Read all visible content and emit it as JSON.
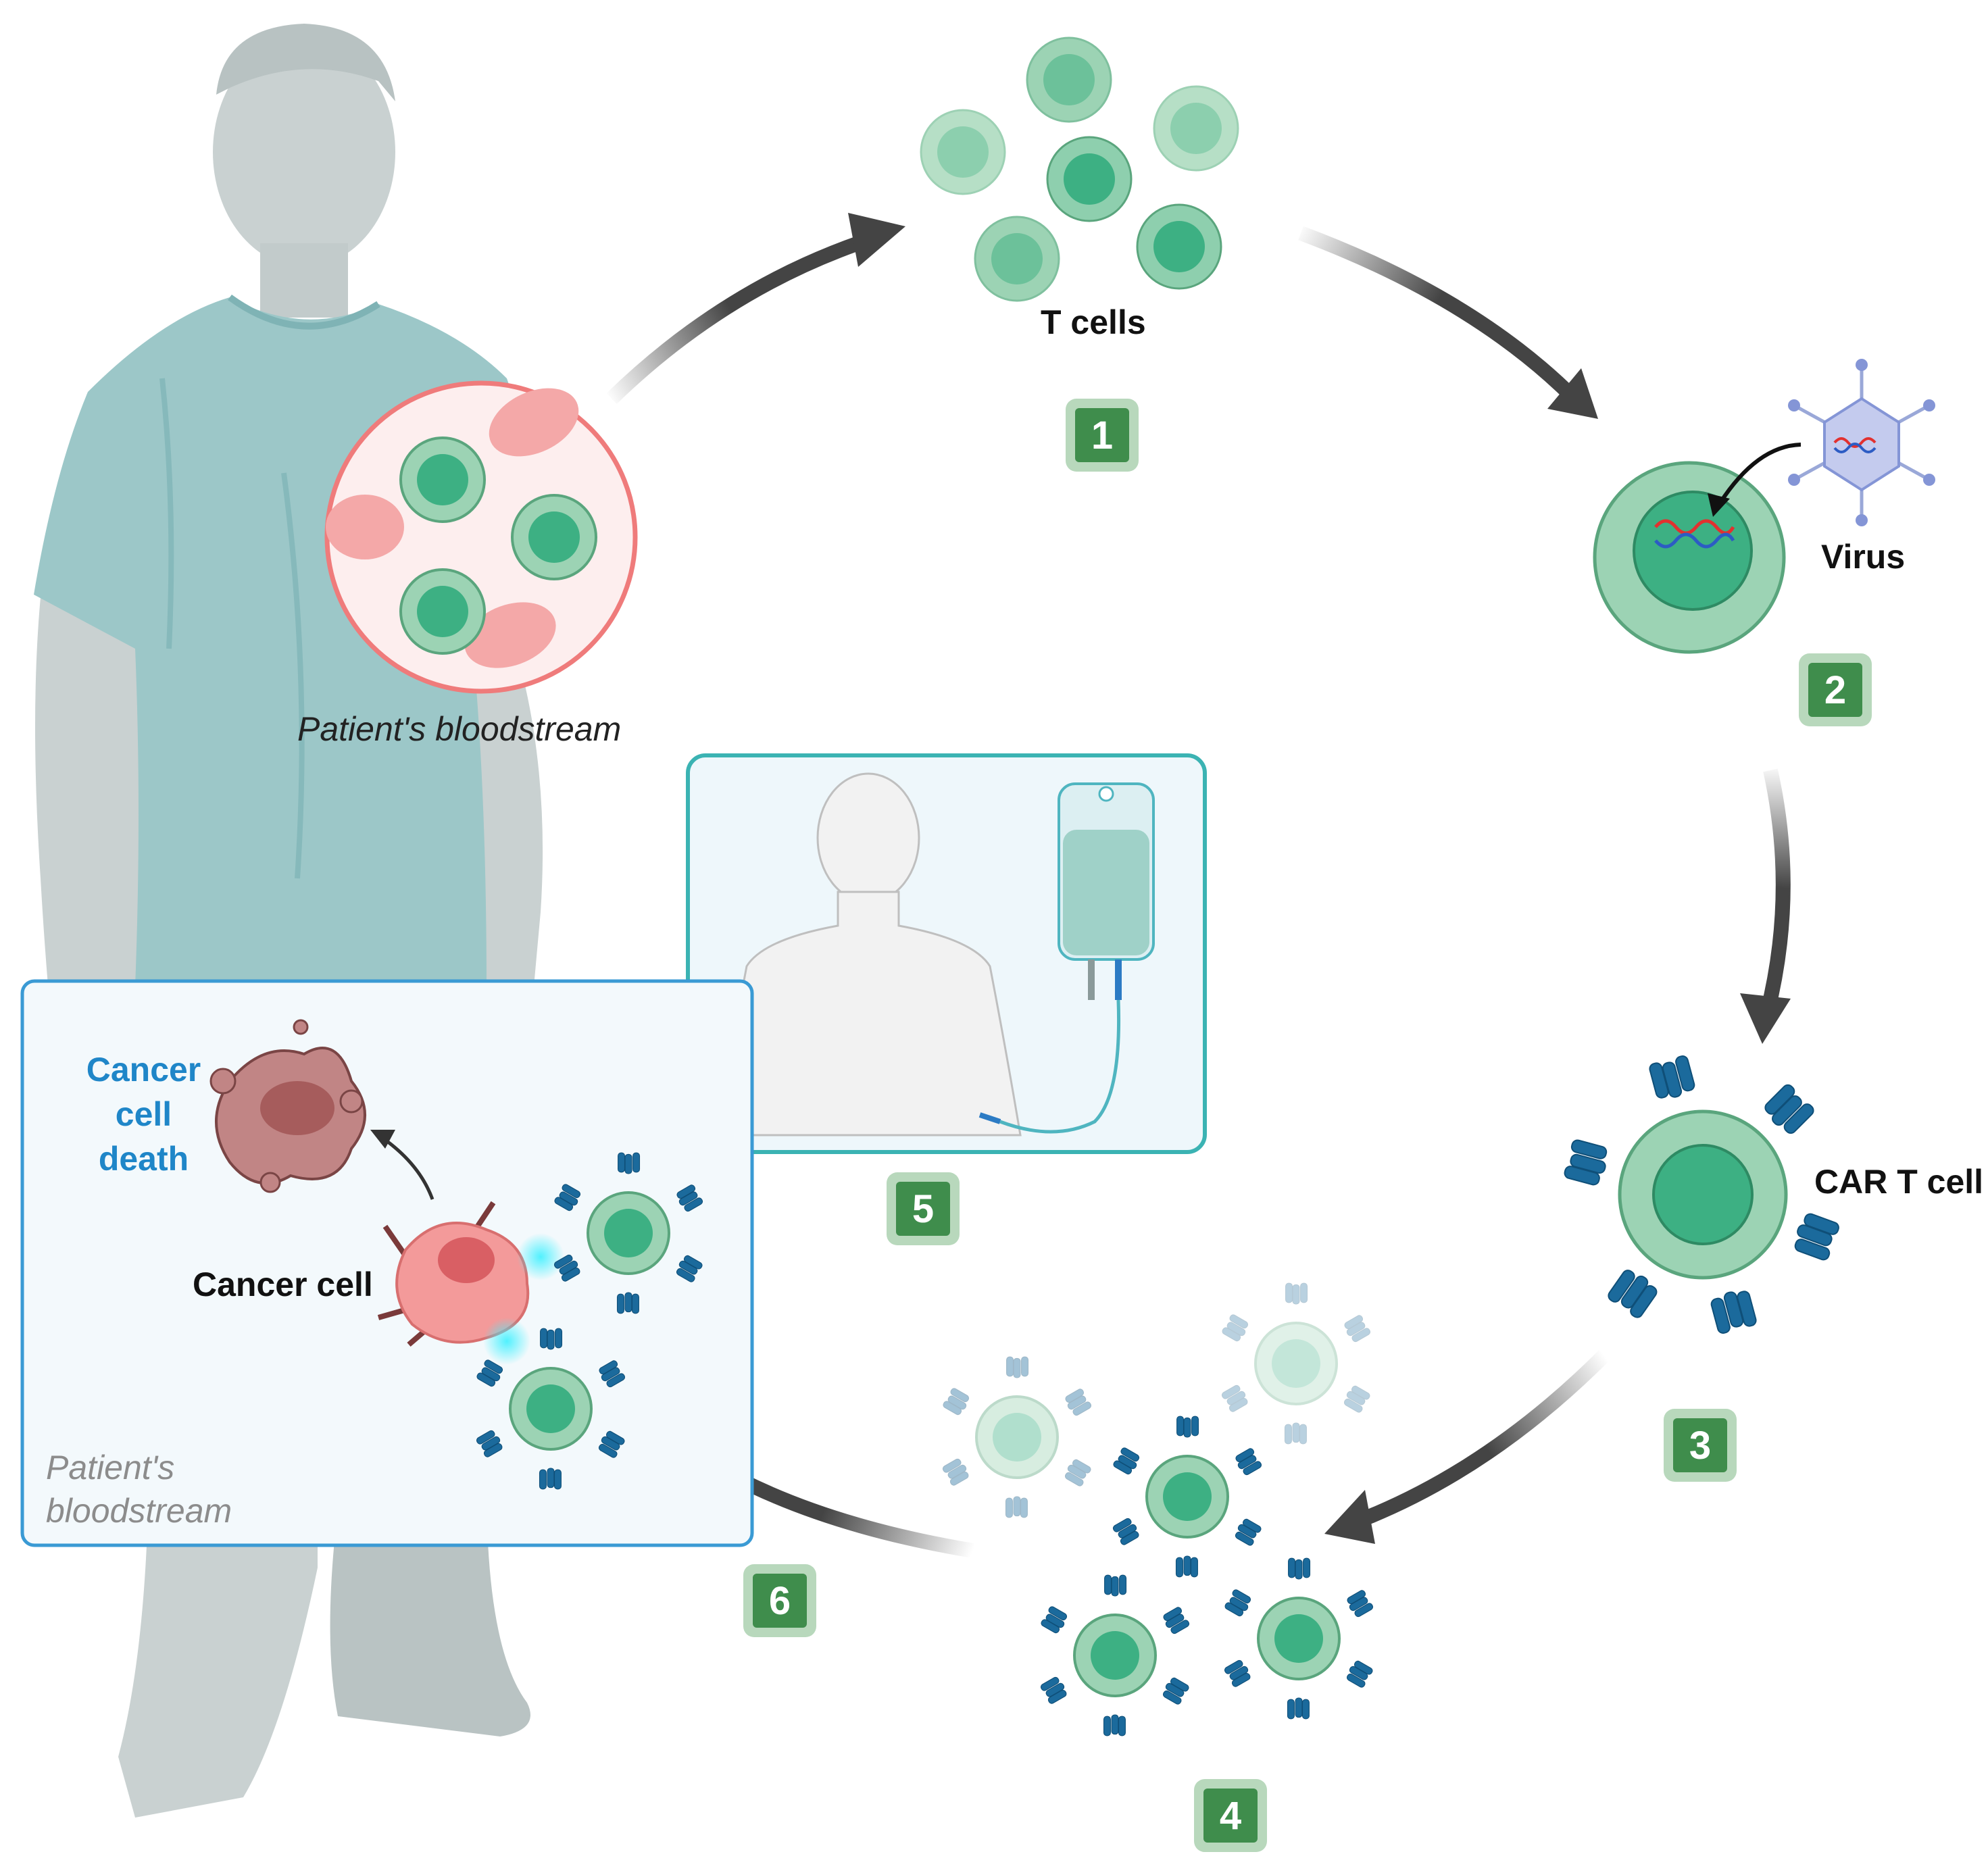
{
  "labels": {
    "t_cells": "T cells",
    "virus": "Virus",
    "car_t_cell": "CAR T cell",
    "patients_bloodstream_top": "Patient's bloodstream",
    "cancer_cell": "Cancer cell",
    "cancer_cell_death_line1": "Cancer",
    "cancer_cell_death_line2": "cell",
    "cancer_cell_death_line3": "death",
    "patients_bloodstream_box_line1": "Patient's",
    "patients_bloodstream_box_line2": "bloodstream"
  },
  "steps": [
    "1",
    "2",
    "3",
    "4",
    "5",
    "6"
  ],
  "colors": {
    "step_badge": "#3f8d4c",
    "step_badge_border": "#b8d8bc",
    "t_cell": "#3db083",
    "car_receptor": "#1b6a9c",
    "cancer_cell": "#f39a9a",
    "death_label": "#1f86c8",
    "silhouette": "#c9d1d1",
    "gown": "#9cc7c8"
  }
}
